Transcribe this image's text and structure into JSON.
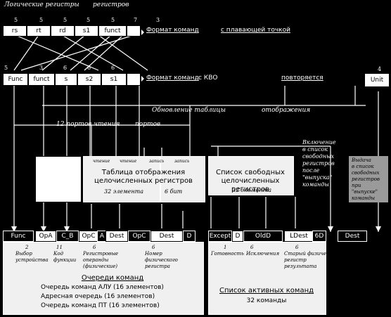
{
  "labels": {
    "logical_registers": "Логические регистры",
    "of_registers": "регистров",
    "format_ops": "Формат команд",
    "format_ops_tail": "с плавающей точкой",
    "format_kbo": "Формат команд",
    "format_kbo_mid": "с КВО",
    "format_kbo_tail": "повторяется",
    "update_tables": "Обновление таблицы",
    "update_tables_tail": "отображения",
    "ports_read": "12 портов чтения",
    "ports_read_tail": "портов",
    "unit_label": "Unit",
    "unit_number": "4"
  },
  "top_fields": {
    "numbers": [
      "5",
      "5",
      "5",
      "5",
      "5",
      "7",
      "3"
    ],
    "names": [
      "rs",
      "rt",
      "rd",
      "s1",
      "funct"
    ]
  },
  "second_row": {
    "numbers": [
      "5",
      "3",
      "6",
      "6",
      "6"
    ],
    "names": [
      "Func",
      "funct",
      "s",
      "s2",
      "s1"
    ]
  },
  "int_table": {
    "hdr": [
      "чтение",
      "чтение",
      "запись",
      "запись"
    ],
    "title_line1": "Таблица отображения",
    "title_line2": "целочисленных регистров",
    "elements": "32 элемента",
    "bits": "6 бит"
  },
  "free_list": {
    "title_line1": "Список свободных",
    "title_line2": "целочисленных регистров",
    "elements": "32 элемента"
  },
  "include_note": [
    "Включение",
    "в список",
    "свободных",
    "регистров",
    "после",
    "\"выпуска\"",
    "команды"
  ],
  "include_note2": [
    "Выдача",
    "в список",
    "свободных",
    "регистров",
    "при",
    "\"выпуске\"",
    "команды"
  ],
  "queue_cells": [
    "Func",
    "OpA",
    "C_B",
    "OpC",
    "A",
    "Dest",
    "OpC",
    "Dest",
    "D"
  ],
  "active_cells": [
    "Except",
    "D",
    "OldD",
    "LDest",
    "6D",
    "Dest"
  ],
  "queue_annot": [
    {
      "n": "2",
      "t1": "Выбор",
      "t2": "устройства"
    },
    {
      "n": "11",
      "t1": "Код",
      "t2": "функции"
    },
    {
      "n": "6",
      "t1": "Регистровые",
      "t2": "операнды",
      "t3": "(физические)"
    },
    {
      "n": "6",
      "t1": "Номер",
      "t2": "физического",
      "t3": "регистра"
    }
  ],
  "active_annot": [
    {
      "n": "1",
      "t1": "Готовность"
    },
    {
      "n": "6",
      "t1": "Исключения"
    },
    {
      "n": "6",
      "t1": "Старый физический",
      "t2": "регистр",
      "t3": "результата"
    }
  ],
  "queues": {
    "title": "Очереди команд",
    "line1": "Очередь команд АЛУ (16 элементов)",
    "line2": "Адресная очередь (16 элементов)",
    "line3": "Очередь команд ПТ (16 элементов)"
  },
  "active_list": {
    "title": "Список активных команд",
    "count": "32 команды"
  },
  "colors": {
    "background": "#000000",
    "panel": "#f0f0f0",
    "line": "#ffffff"
  }
}
